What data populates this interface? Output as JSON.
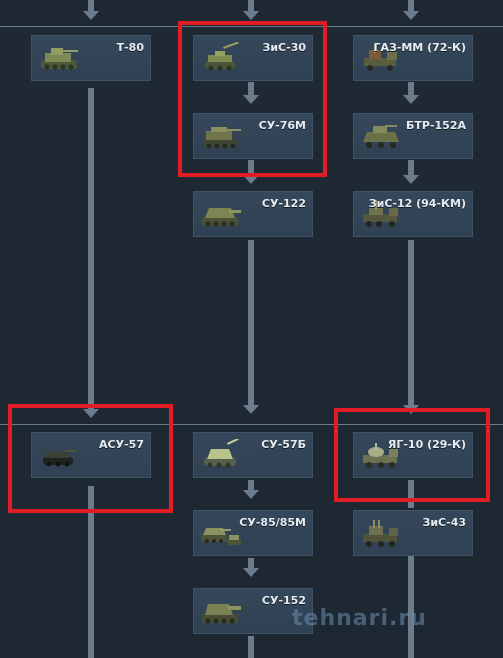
{
  "tree": {
    "columns": [
      {
        "vehicles": [
          {
            "id": "t80",
            "name": "Т-80",
            "icon": "light-tank-icon"
          },
          {
            "id": "asu57",
            "name": "АСУ-57",
            "icon": "spg-icon"
          }
        ]
      },
      {
        "vehicles": [
          {
            "id": "zis30",
            "name": "ЗиС-30",
            "icon": "spg-icon"
          },
          {
            "id": "su76m",
            "name": "СУ-76М",
            "icon": "spg-icon"
          },
          {
            "id": "su122",
            "name": "СУ-122",
            "icon": "spg-icon"
          },
          {
            "id": "su57b",
            "name": "СУ-57Б",
            "icon": "spg-icon"
          },
          {
            "id": "su85",
            "name": "СУ-85/85М",
            "icon": "spg-icon"
          },
          {
            "id": "su152",
            "name": "СУ-152",
            "icon": "spg-icon"
          }
        ]
      },
      {
        "vehicles": [
          {
            "id": "gazmm",
            "name": "ГАЗ-ММ (72-К)",
            "icon": "spaa-truck-icon"
          },
          {
            "id": "btr152a",
            "name": "БТР-152А",
            "icon": "spaa-icon"
          },
          {
            "id": "zis12",
            "name": "ЗиС-12 (94-КМ)",
            "icon": "spaa-truck-icon"
          },
          {
            "id": "yag10",
            "name": "ЯГ-10 (29-К)",
            "icon": "spaa-truck-icon"
          },
          {
            "id": "zis43",
            "name": "ЗиС-43",
            "icon": "spaa-truck-icon"
          }
        ]
      }
    ]
  },
  "highlight_color": "#e01c24",
  "watermark": "tehnari.ru"
}
